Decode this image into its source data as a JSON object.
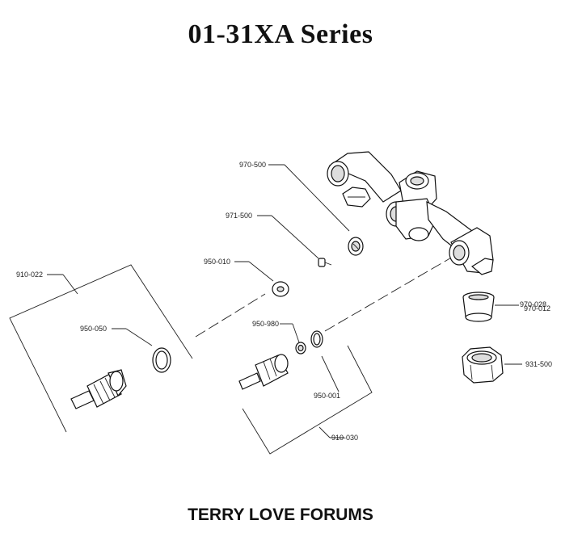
{
  "title": "01-31XA  Series",
  "footer": "TERRY LOVE FORUMS",
  "parts": {
    "p970_500": "970-500",
    "p971_500": "971-500",
    "p950_010": "950-010",
    "p910_022": "910-022",
    "p950_050": "950-050",
    "p950_980": "950-980",
    "p950_001": "950-001",
    "p910_030": "910-030",
    "p970_028": "970-028",
    "p970_012": "970-012",
    "p931_500": "931-500"
  }
}
